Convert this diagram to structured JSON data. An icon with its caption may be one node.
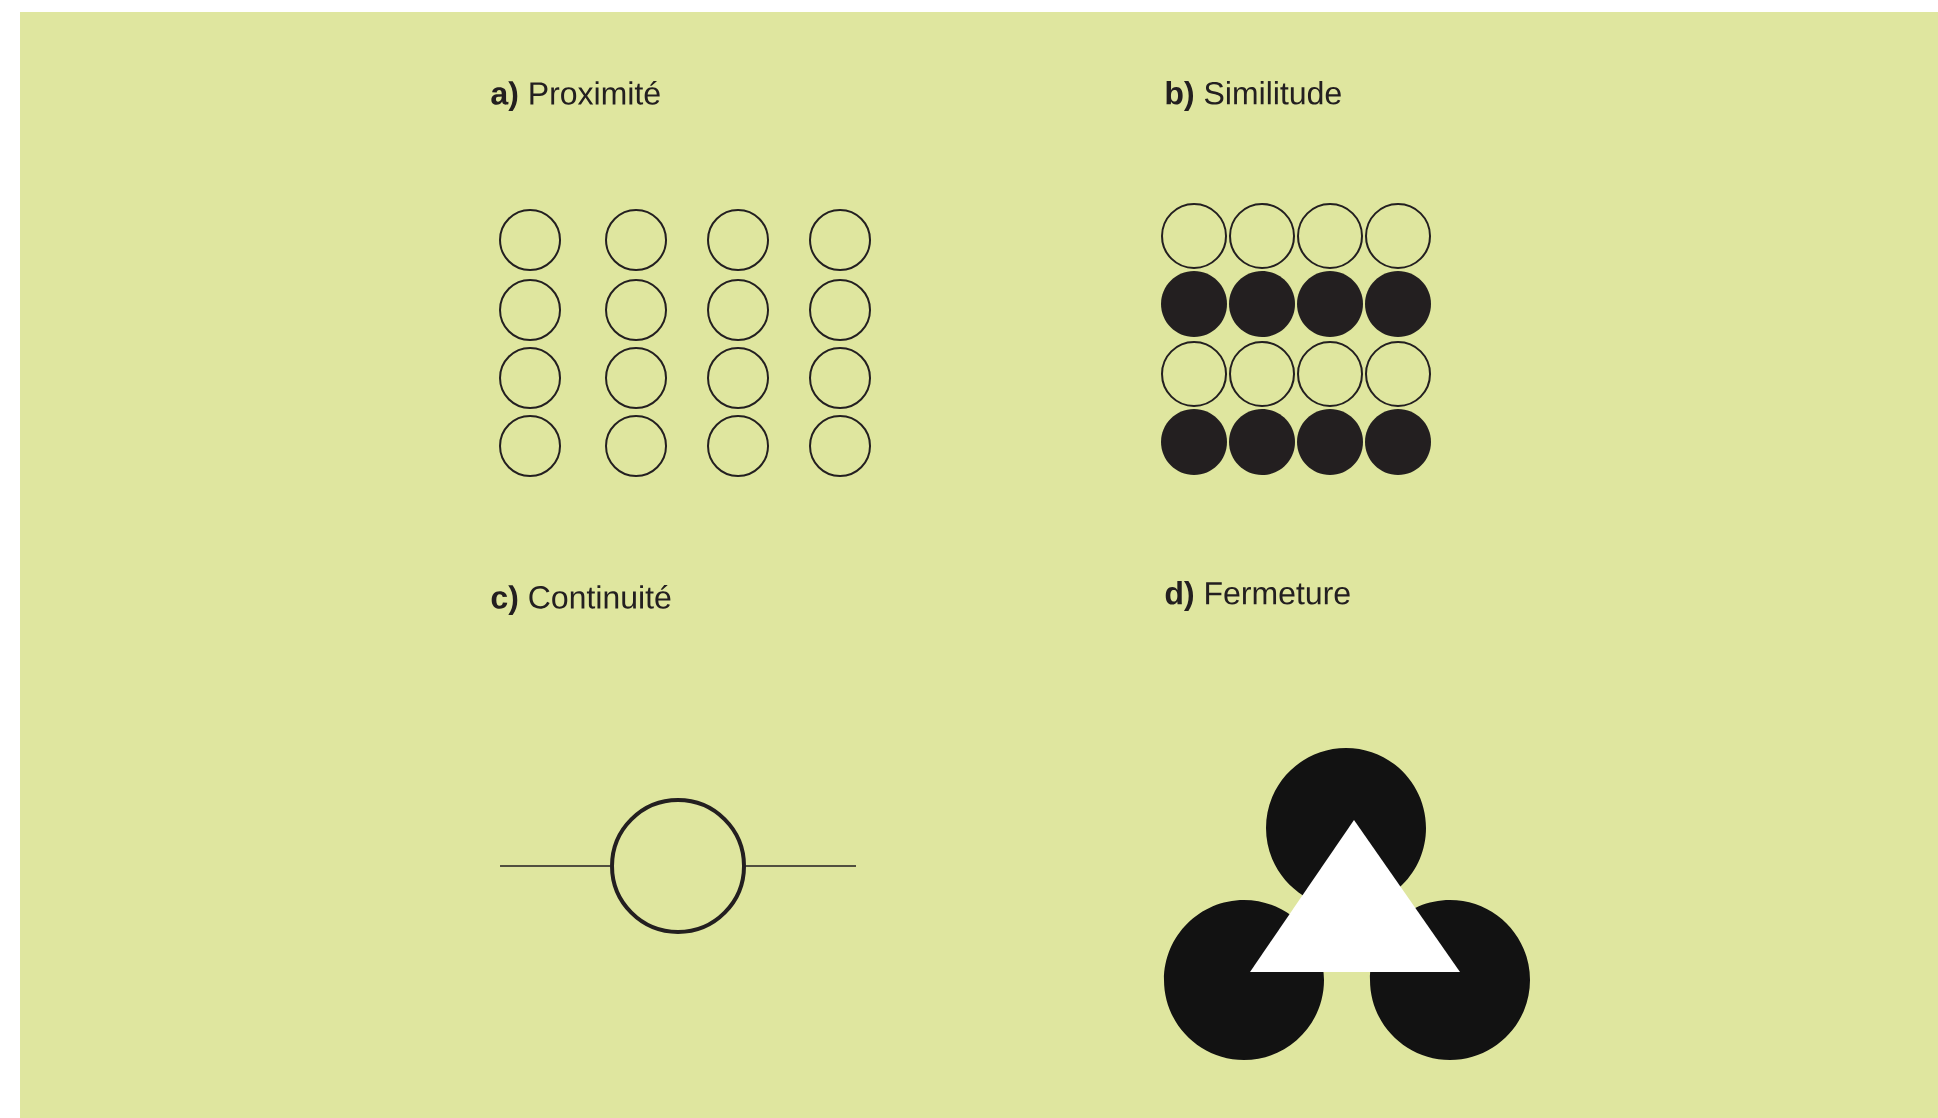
{
  "diagram": {
    "labels": [
      "**a)** Proximité",
      "**b)** Similitude",
      "**c)** Continuité",
      "**d)** Fermeture"
    ]
  }
}
